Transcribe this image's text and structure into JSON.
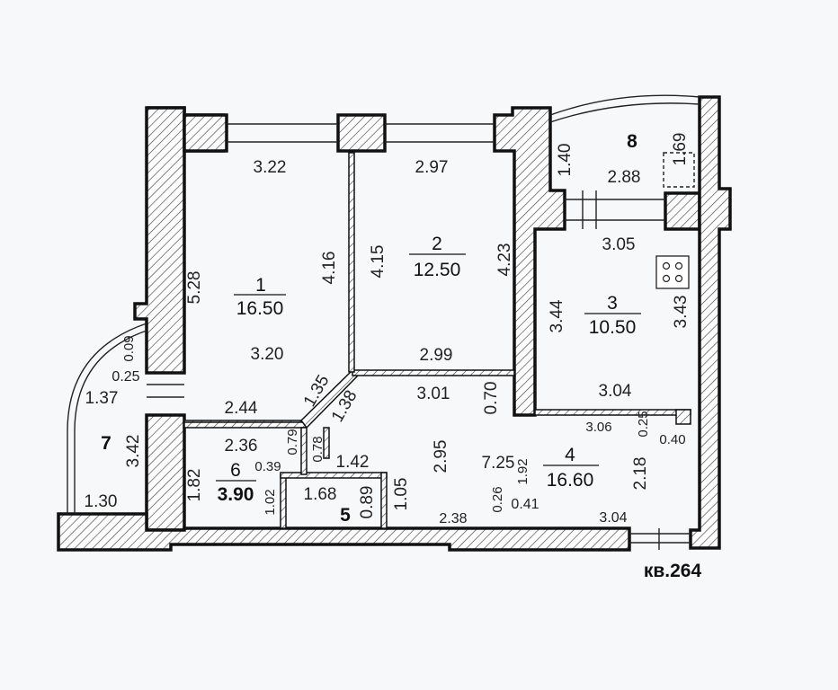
{
  "apartment_label": "кв.264",
  "rooms": [
    {
      "num": "1",
      "area": "16.50"
    },
    {
      "num": "2",
      "area": "12.50"
    },
    {
      "num": "3",
      "area": "10.50"
    },
    {
      "num": "4",
      "area": "16.60"
    },
    {
      "num": "5",
      "area": ""
    },
    {
      "num": "6",
      "area": "3.90"
    },
    {
      "num": "7",
      "area": ""
    },
    {
      "num": "8",
      "area": ""
    }
  ],
  "dims": {
    "r1_top": "3.22",
    "r1_left": "5.28",
    "r1_right": "4.16",
    "r1_bottom": "3.20",
    "r2_top": "2.97",
    "r2_left": "4.15",
    "r2_right": "4.23",
    "r2_bottom": "2.99",
    "r3_top": "3.05",
    "r3_left": "3.44",
    "r3_right": "3.43",
    "r3_bottom": "3.04",
    "r8_side": "1.40",
    "r8_width": "2.88",
    "r8_right": "1.69",
    "balc_a": "0.09",
    "balc_b": "0.25",
    "balc_c": "1.37",
    "balc_height": "3.42",
    "balc_bottom": "1.30",
    "hall_top": "2.44",
    "diag_a": "1.35",
    "diag_b": "1.38",
    "hall_mid": "3.01",
    "hall_side": "0.70",
    "r6_top": "2.36",
    "r6_side": "1.82",
    "r6_b": "0.39",
    "r6_c": "0.79",
    "r6_d": "0.78",
    "r5_top": "1.42",
    "r5_width": "1.68",
    "r5_side": "1.02",
    "r5_height": "0.89",
    "r5_right": "1.05",
    "r4_height": "2.95",
    "r4_diag": "7.25",
    "r4_mid": "1.92",
    "r4_right": "2.18",
    "r4_sub": "3.06",
    "r4_c": "0.25",
    "r4_d": "0.40",
    "bot_a": "2.38",
    "bot_b": "0.26",
    "bot_c": "0.41",
    "bot_d": "3.04"
  }
}
